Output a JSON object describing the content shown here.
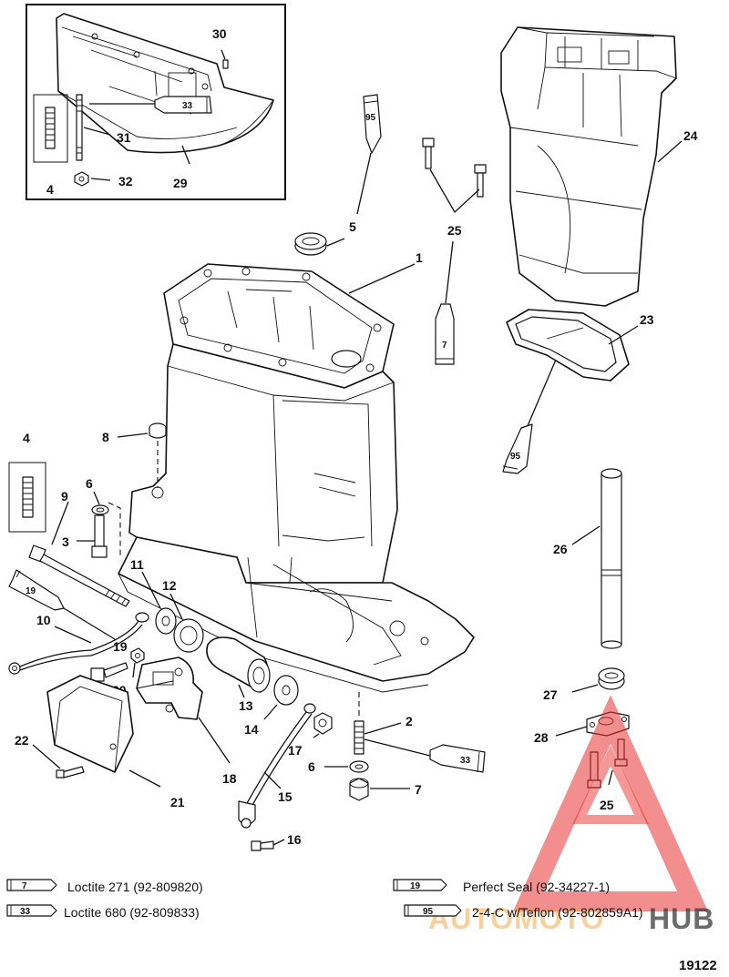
{
  "callouts": {
    "c1": "1",
    "c2": "2",
    "c3": "3",
    "c4a": "4",
    "c4b": "4",
    "c5": "5",
    "c6a": "6",
    "c6b": "6",
    "c7": "7",
    "c8": "8",
    "c9": "9",
    "c10": "10",
    "c11": "11",
    "c12": "12",
    "c13": "13",
    "c14": "14",
    "c15": "15",
    "c16": "16",
    "c17": "17",
    "c18": "18",
    "c19": "19",
    "c20": "20",
    "c21": "21",
    "c22": "22",
    "c23": "23",
    "c24": "24",
    "c25a": "25",
    "c25b": "25",
    "c26": "26",
    "c27": "27",
    "c28": "28",
    "c29": "29",
    "c30": "30",
    "c31": "31",
    "c32": "32"
  },
  "tubes": {
    "t33_inset": "33",
    "t95_top": "95",
    "t7_mid": "7",
    "t95_right": "95",
    "t19_left": "19",
    "t33_low": "33"
  },
  "legend": {
    "l7_num": "7",
    "l7_text": "Loctite 271 (92-809820)",
    "l33_num": "33",
    "l33_text": "Loctite 680 (92-809833)",
    "l19_num": "19",
    "l19_text": "Perfect Seal (92-34227-1)",
    "l95_num": "95",
    "l95_text": "2-4-C w/Teflon (92-802859A1)"
  },
  "figure_number": "19122",
  "watermark": {
    "text_left": "AUTOMOTO",
    "text_right": "HUB",
    "color_red": "#e8312f",
    "color_orange": "#f2a33a",
    "color_dark": "#3a3a3a"
  }
}
